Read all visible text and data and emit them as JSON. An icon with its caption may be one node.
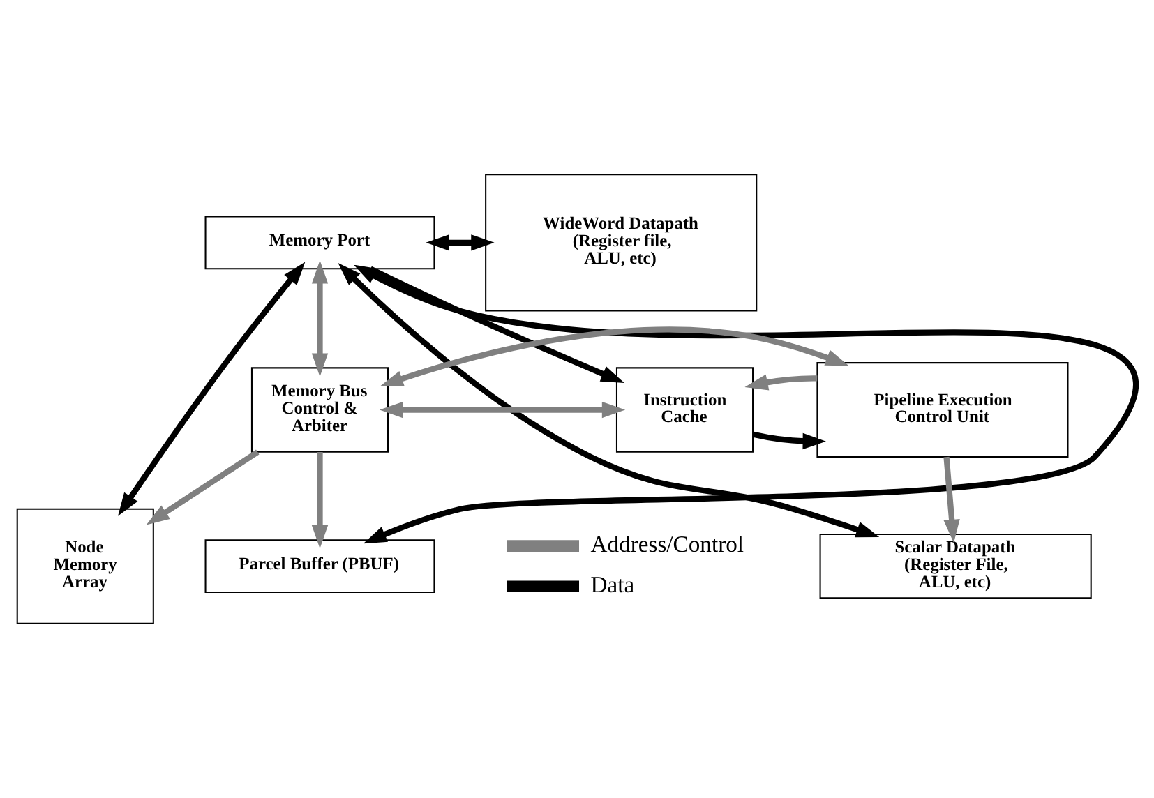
{
  "diagram": {
    "nodes": [
      {
        "text": [
          "Memory Port"
        ]
      },
      {
        "text": [
          "WideWord Datapath (Register file, ALU, etc)"
        ]
      },
      {
        "text": [
          "Node Memory Array"
        ]
      },
      {
        "text": [
          "Scalar Datapath (Register File, ALU, etc)"
        ]
      },
      {
        "text": [
          "Memory Bus Control & Arbiter"
        ]
      },
      {
        "text": [
          "Instruction Cache"
        ]
      },
      {
        "text": [
          "Pipeline Execution Control Unit"
        ]
      },
      {
        "text": [
          "Parcel Buffer (PBUF)"
        ]
      }
    ],
    "edges": [
      {
        "from": 0,
        "to": 7,
        "arrow": "both",
        "color": "#000000"
      },
      {
        "from": 0,
        "to": 1,
        "arrow": "both",
        "color": "#000000"
      },
      {
        "from": 0,
        "to": 2,
        "arrow": "both",
        "color": "#000000"
      },
      {
        "from": 0,
        "to": 3,
        "arrow": "both",
        "color": "#000000"
      },
      {
        "from": 0,
        "to": 5,
        "arrow": "to",
        "color": "#000000"
      },
      {
        "from": 0,
        "to": 4,
        "arrow": "both"
      },
      {
        "from": 4,
        "to": 2,
        "arrow": "to"
      },
      {
        "from": 4,
        "to": 5,
        "arrow": "both"
      },
      {
        "from": 5,
        "to": 6,
        "arrow": "to",
        "color": "#000000"
      },
      {
        "from": 6,
        "to": 5,
        "arrow": "to"
      },
      {
        "from": 6,
        "to": 3,
        "arrow": "to"
      },
      {
        "from": 4,
        "to": 6,
        "arrow": "both"
      },
      {
        "from": 4,
        "to": 7,
        "arrow": "to"
      }
    ],
    "legend": [
      {
        "text": "Address/Control"
      },
      {
        "text": "Data"
      }
    ]
  }
}
